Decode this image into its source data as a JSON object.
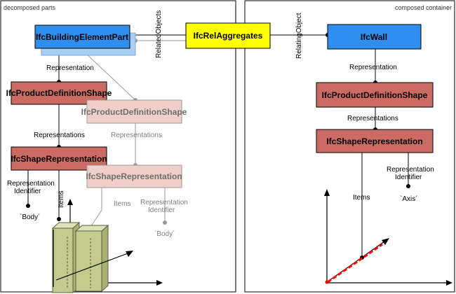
{
  "panels": {
    "left_title": "decomposed parts",
    "right_title": "composed container"
  },
  "entities": {
    "building_element_part": "IfcBuildingElementPart",
    "rel_aggregates": "IfcRelAggregates",
    "wall": "IfcWall",
    "pds_left": "IfcProductDefinitionShape",
    "pds_left_faded": "IfcProductDefinitionShape",
    "shape_rep_left": "IfcShapeRepresentation",
    "shape_rep_left_faded": "IfcShapeRepresentation",
    "pds_right": "IfcProductDefinitionShape",
    "shape_rep_right": "IfcShapeRepresentation"
  },
  "labels": {
    "related_objects": "RelatedObjects",
    "relating_object": "RelatingObject",
    "representation_left": "Representation",
    "representations_left": "Representations",
    "representations_left_faded": "Representations",
    "rep_identifier_line1": "Representation",
    "rep_identifier_line2": "Identifier",
    "body_value": "`Body´",
    "items_left": "Items",
    "items_faded": "Items",
    "rep_identifier_faded_line1": "Representation",
    "rep_identifier_faded_line2": "Identifier",
    "body_value_faded": "`Body´",
    "representation_right": "Representation",
    "representations_right": "Representations",
    "items_right": "Items",
    "rep_identifier_right_line1": "Representation",
    "rep_identifier_right_line2": "Identifier",
    "axis_value": "`Axis´"
  },
  "colors": {
    "blue_box": "#2e8ff0",
    "blue_shadow": "#aacdf5",
    "yellow_box": "#ffff00",
    "red_box": "#cc6b63",
    "faded_box": "#f0cfcb",
    "solid_green": "#c0c88c",
    "axis_red": "#ff0000"
  }
}
